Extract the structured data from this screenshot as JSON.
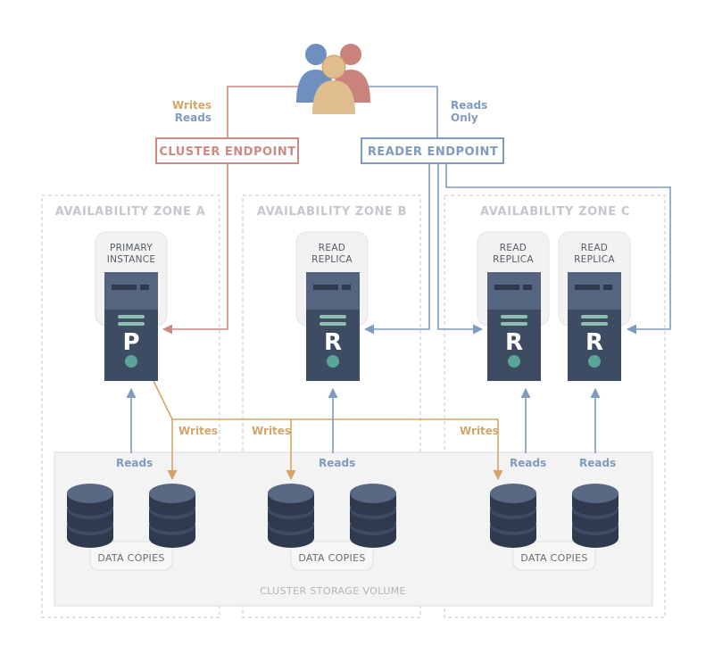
{
  "zones": [
    {
      "label": "AVAILABILITY ZONE A"
    },
    {
      "label": "AVAILABILITY ZONE B"
    },
    {
      "label": "AVAILABILITY ZONE C"
    }
  ],
  "endpoints": {
    "cluster": {
      "label": "CLUSTER ENDPOINT",
      "color": "#cc8a84"
    },
    "reader": {
      "label": "READER ENDPOINT",
      "color": "#7f9bbf"
    }
  },
  "flows": {
    "cluster_writes": "Writes",
    "cluster_reads": "Reads",
    "reader_reads": "Reads",
    "reader_only": "Only",
    "writes_a": "Writes",
    "writes_b": "Writes",
    "writes_c": "Writes",
    "reads_a": "Reads",
    "reads_b": "Reads",
    "reads_c1": "Reads",
    "reads_c2": "Reads"
  },
  "instances": [
    {
      "line1": "PRIMARY",
      "line2": "INSTANCE",
      "letter": "P",
      "icon": "server-icon"
    },
    {
      "line1": "READ",
      "line2": "REPLICA",
      "letter": "R",
      "icon": "server-icon"
    },
    {
      "line1": "READ",
      "line2": "REPLICA",
      "letter": "R",
      "icon": "server-icon"
    },
    {
      "line1": "READ",
      "line2": "REPLICA",
      "letter": "R",
      "icon": "server-icon"
    }
  ],
  "storage": {
    "volume_label": "CLUSTER STORAGE VOLUME",
    "copies_label_a": "DATA COPIES",
    "copies_label_b": "DATA COPIES",
    "copies_label_c": "DATA COPIES",
    "icon": "database-icon"
  },
  "users_icon": "users-icon",
  "colors": {
    "write": "#d4a56a",
    "read": "#7f9bbf",
    "cluster": "#cc8a84",
    "server": "#3d4b63",
    "server_top": "#56657f",
    "zone_border": "#d6d9dc",
    "storage_fill": "#f3f3f4"
  }
}
